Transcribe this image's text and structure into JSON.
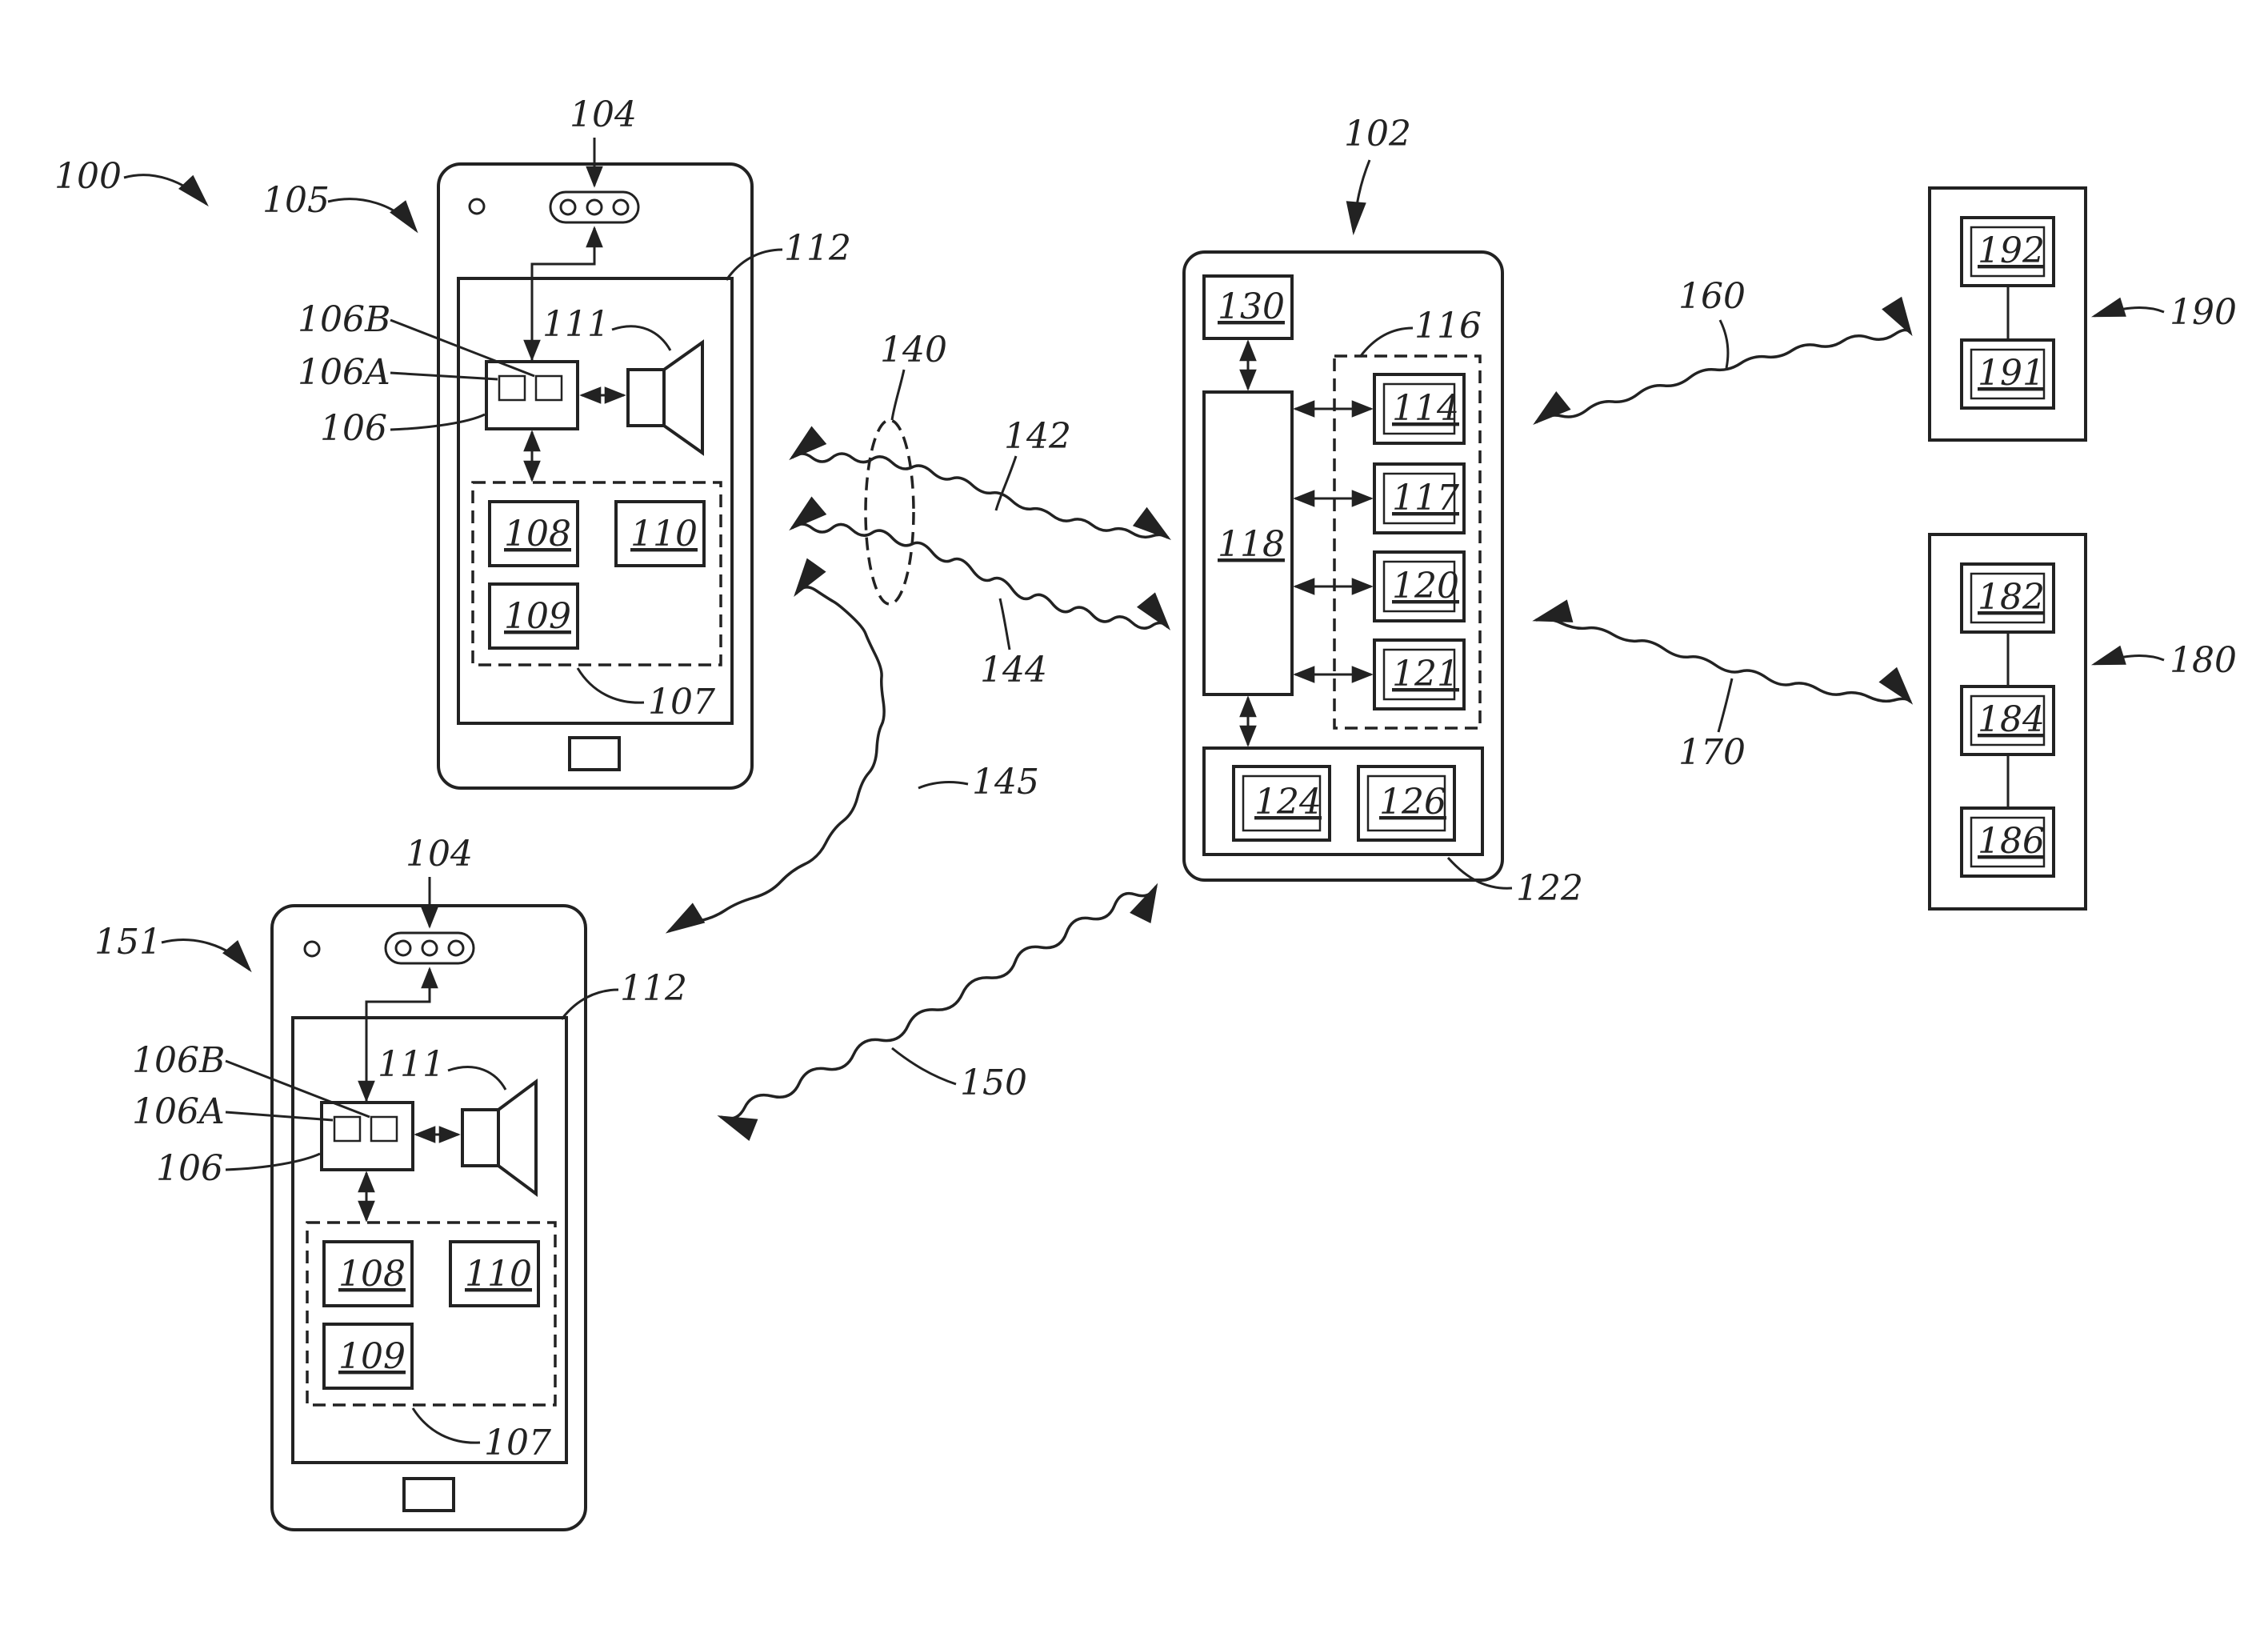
{
  "figure": {
    "system_label": "100",
    "server": {
      "label": "102",
      "label_130": "130",
      "label_118": "118",
      "group_116": "116",
      "label_114": "114",
      "label_117": "117",
      "label_120": "120",
      "label_121": "121",
      "group_122": "122",
      "label_124": "124",
      "label_126": "126"
    },
    "device_top": {
      "label": "105",
      "label_104": "104",
      "label_112": "112",
      "label_111": "111",
      "label_106B": "106B",
      "label_106A": "106A",
      "label_106": "106",
      "label_108": "108",
      "label_110": "110",
      "label_109": "109",
      "label_107": "107"
    },
    "device_bottom": {
      "label": "151",
      "label_104": "104",
      "label_112": "112",
      "label_111": "111",
      "label_106B": "106B",
      "label_106A": "106A",
      "label_106": "106",
      "label_108": "108",
      "label_110": "110",
      "label_109": "109",
      "label_107": "107"
    },
    "device_190": {
      "label": "190",
      "label_192": "192",
      "label_191": "191"
    },
    "device_180": {
      "label": "180",
      "label_182": "182",
      "label_184": "184",
      "label_186": "186"
    },
    "links": {
      "label_140": "140",
      "label_142": "142",
      "label_144": "144",
      "label_145": "145",
      "label_150": "150",
      "label_160": "160",
      "label_170": "170"
    }
  }
}
